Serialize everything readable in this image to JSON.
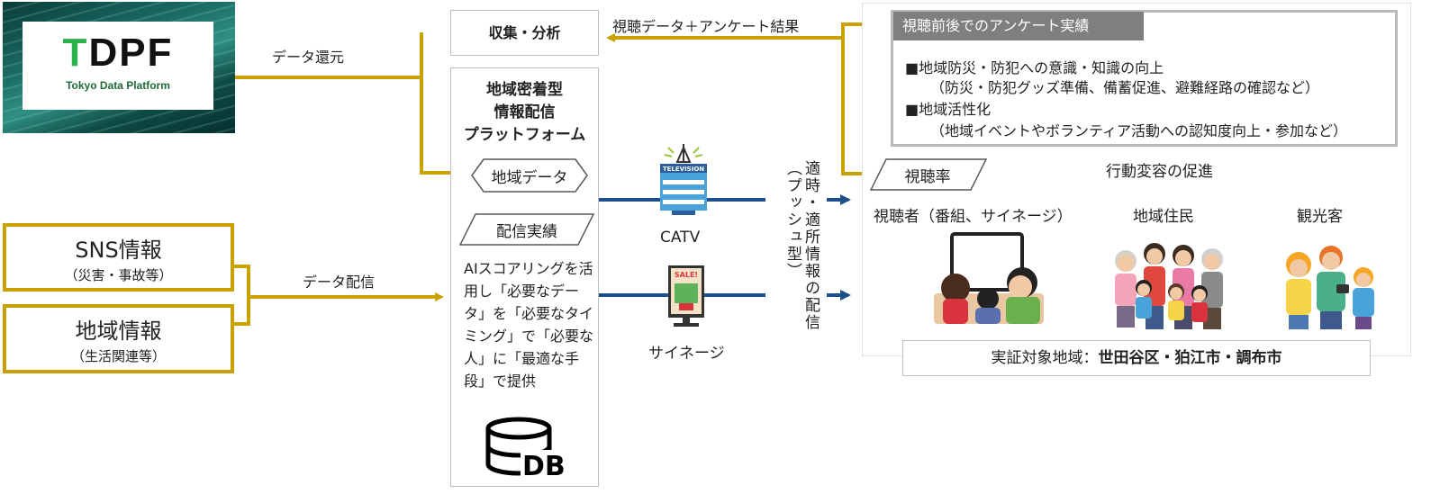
{
  "tdpf": {
    "logo_text": "TDPF",
    "logo_subtitle": "Tokyo Data Platform"
  },
  "labels": {
    "data_return": "データ還元",
    "data_delivery": "データ配信",
    "viewing_survey_result": "視聴データ＋アンケート結果",
    "behavior_change": "行動変容の促進",
    "push_delivery": "適時・適所情報の配信（プッシュ型）"
  },
  "sources": [
    {
      "title": "SNS情報",
      "subtitle": "（災害・事故等）"
    },
    {
      "title": "地域情報",
      "subtitle": "（生活関連等）"
    }
  ],
  "platform": {
    "collect_label": "収集・分析",
    "title_lines": [
      "地域密着型",
      "情報配信",
      "プラットフォーム"
    ],
    "region_data": "地域データ",
    "delivery_record": "配信実績",
    "description": "AIスコアリングを活用し「必要なデータ」を「必要なタイミング」で「必要な人」に「最適な手段」で提供",
    "db_label": "DB"
  },
  "channels": [
    {
      "name": "CATV",
      "icon": "television-tower-icon",
      "tv_text": "TELEVISION"
    },
    {
      "name": "サイネージ",
      "icon": "digital-signage-icon",
      "sign_text": "SALE!"
    }
  ],
  "survey": {
    "header": "視聴前後でのアンケート実績",
    "items": [
      {
        "bullet": "■",
        "text": "地域防災・防犯への意識・知識の向上",
        "detail": "（防災・防犯グッズ準備、備蓄促進、避難経路の確認など）"
      },
      {
        "bullet": "■",
        "text": "地域活性化",
        "detail": "（地域イベントやボランティア活動への認知度向上・参加など）"
      }
    ]
  },
  "audience": {
    "rating_label": "視聴率",
    "groups": [
      "視聴者（番組、サイネージ）",
      "地域住民",
      "観光客"
    ]
  },
  "region": {
    "prefix": "実証対象地域：",
    "areas": "世田谷区・狛江市・調布市"
  },
  "colors": {
    "gold": "#c9a100",
    "navy": "#1f4e8c",
    "gray": "#7f7f7f",
    "tdpf_green": "#2bb24c"
  }
}
